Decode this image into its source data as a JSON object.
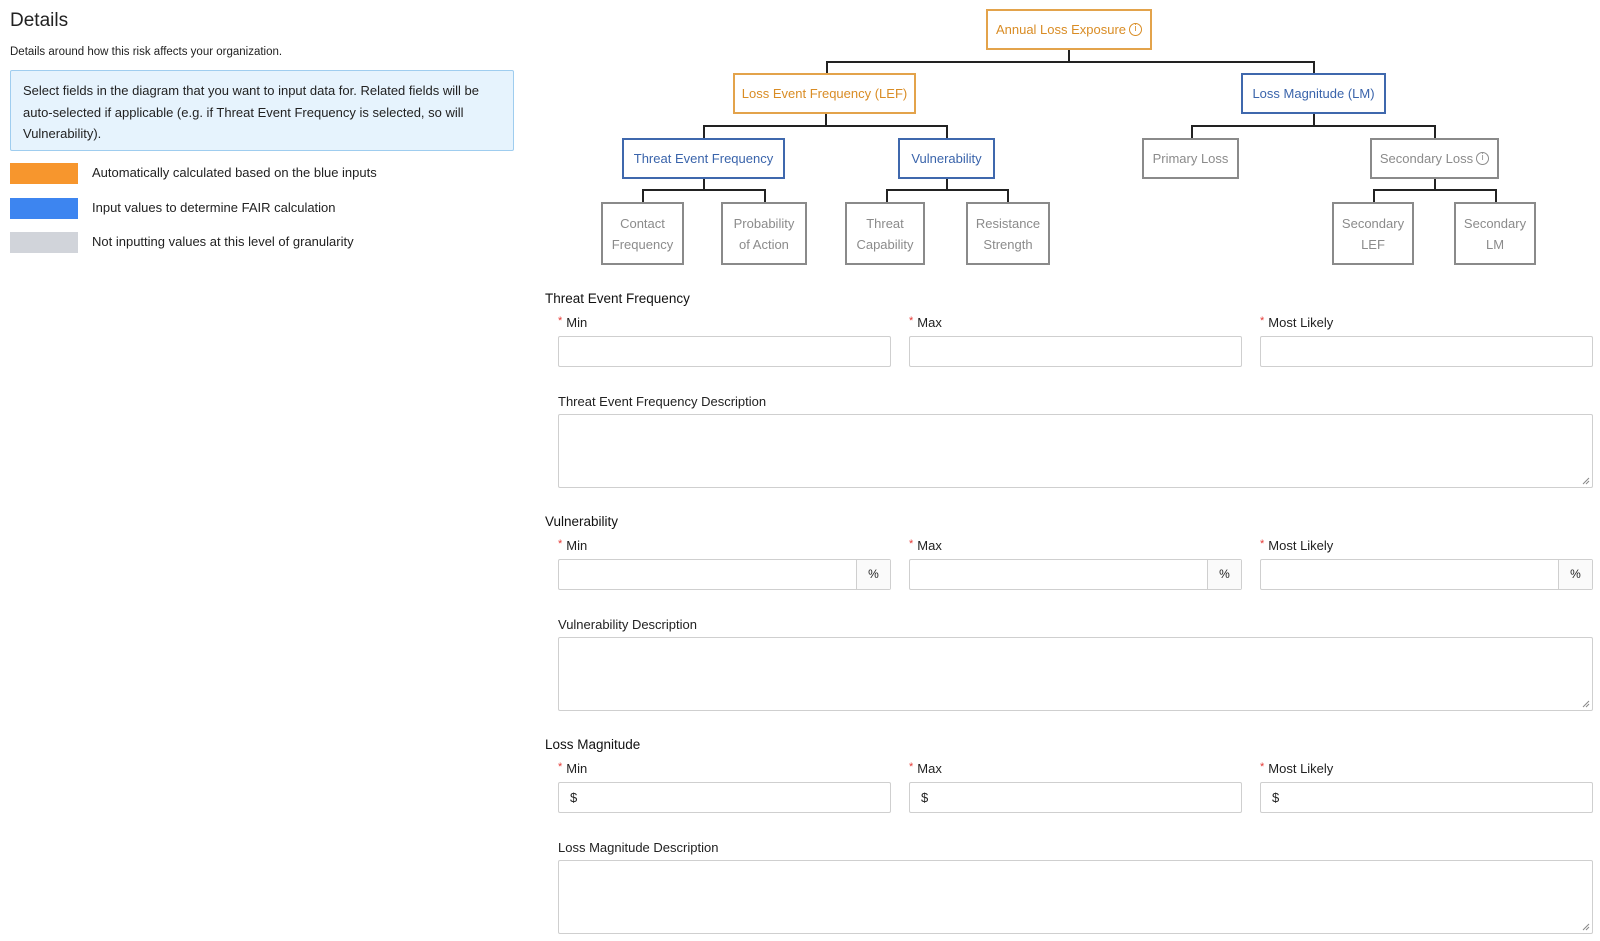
{
  "details": {
    "title": "Details",
    "subtitle": "Details around how this risk affects your organization.",
    "info": "Select fields in the diagram that you want to input data for. Related fields will be auto-selected if applicable (e.g. if Threat Event Frequency is selected, so will Vulnerability)."
  },
  "legend": [
    {
      "color": "#f7962d",
      "label": "Automatically calculated based on the blue inputs"
    },
    {
      "color": "#3d85f0",
      "label": "Input values to determine FAIR calculation"
    },
    {
      "color": "#d1d4da",
      "label": "Not inputting values at this level of granularity"
    }
  ],
  "diagram": {
    "annual_loss_exposure": "Annual Loss Exposure",
    "lef": "Loss Event Frequency (LEF)",
    "lm": "Loss Magnitude (LM)",
    "tef": "Threat Event Frequency",
    "vulnerability": "Vulnerability",
    "primary_loss": "Primary Loss",
    "secondary_loss": "Secondary Loss",
    "contact_frequency_1": "Contact",
    "contact_frequency_2": "Frequency",
    "probability_1": "Probability",
    "probability_2": "of Action",
    "threat_capability_1": "Threat",
    "threat_capability_2": "Capability",
    "resistance_1": "Resistance",
    "resistance_2": "Strength",
    "secondary_lef_1": "Secondary",
    "secondary_lef_2": "LEF",
    "secondary_lm_1": "Secondary",
    "secondary_lm_2": "LM",
    "info_glyph": "i"
  },
  "forms": {
    "tef": {
      "title": "Threat Event Frequency",
      "min": "Min",
      "max": "Max",
      "most_likely": "Most Likely",
      "description": "Threat Event Frequency Description"
    },
    "vulnerability": {
      "title": "Vulnerability",
      "min": "Min",
      "max": "Max",
      "most_likely": "Most Likely",
      "unit": "%",
      "description": "Vulnerability Description"
    },
    "loss_magnitude": {
      "title": "Loss Magnitude",
      "min": "Min",
      "max": "Max",
      "most_likely": "Most Likely",
      "currency": "$",
      "description": "Loss Magnitude Description"
    },
    "required_mark": "*"
  },
  "colors": {
    "orange_node": "#e3a34b",
    "blue_node": "#3f68ad",
    "gray_node": "#8a8a8a",
    "info_bg": "#e6f3fd"
  }
}
